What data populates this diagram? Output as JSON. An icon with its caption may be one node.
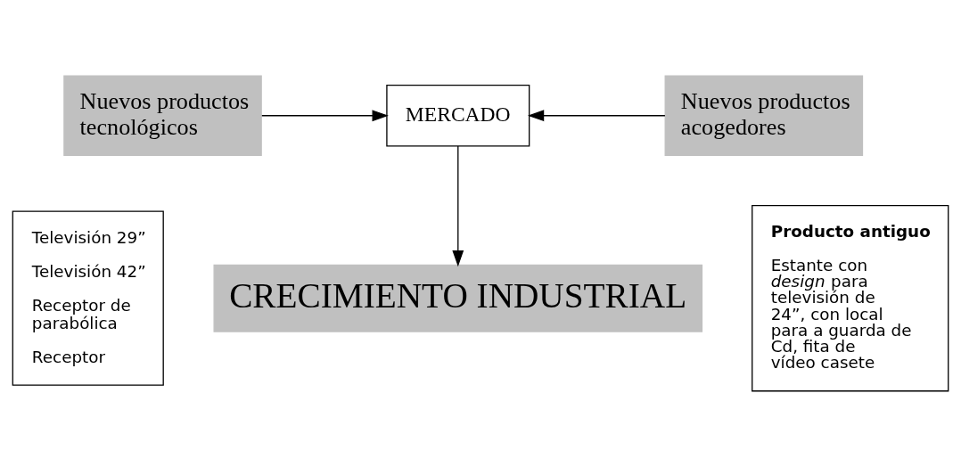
{
  "diagram": {
    "nodes": [
      {
        "text": [
          "Nuevos productos tecnológicos"
        ]
      },
      {
        "text": [
          "MERCADO"
        ]
      },
      {
        "text": [
          "Nuevos productos acogedores"
        ]
      },
      {
        "text": [
          "Televisión 29”",
          "Televisión 42”",
          "Receptor de parabólica",
          "Receptor"
        ]
      },
      {
        "text": [
          "Producto antiguo",
          "Estante con *design* para televisión de 24”, con local para a guarda de Cd, fita de vídeo casete"
        ]
      },
      {
        "text": [
          "CRECIMIENTO INDUSTRIAL"
        ]
      }
    ],
    "edges": [
      {
        "from": 0,
        "to": 1,
        "arrow": "to"
      },
      {
        "from": 2,
        "to": 1,
        "arrow": "to"
      },
      {
        "from": 1,
        "to": 5,
        "arrow": "to"
      }
    ]
  }
}
